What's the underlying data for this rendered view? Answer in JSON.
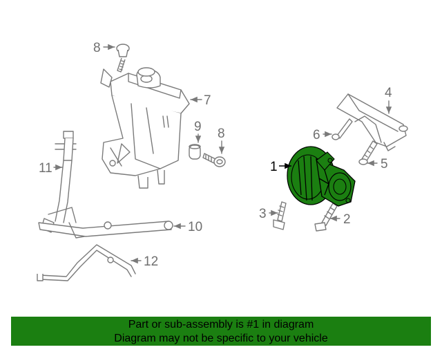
{
  "callouts": {
    "c1": "1",
    "c2": "2",
    "c3": "3",
    "c4": "4",
    "c5": "5",
    "c6": "6",
    "c7": "7",
    "c8a": "8",
    "c8b": "8",
    "c9": "9",
    "c10": "10",
    "c11": "11",
    "c12": "12"
  },
  "banner": {
    "line1": "Part or sub-assembly is #1 in diagram",
    "line2": "Diagram may not be specific to your vehicle"
  },
  "colors": {
    "highlight": "#1b7f11",
    "linework": "#7a7a7a",
    "callout_main": "#000000"
  }
}
